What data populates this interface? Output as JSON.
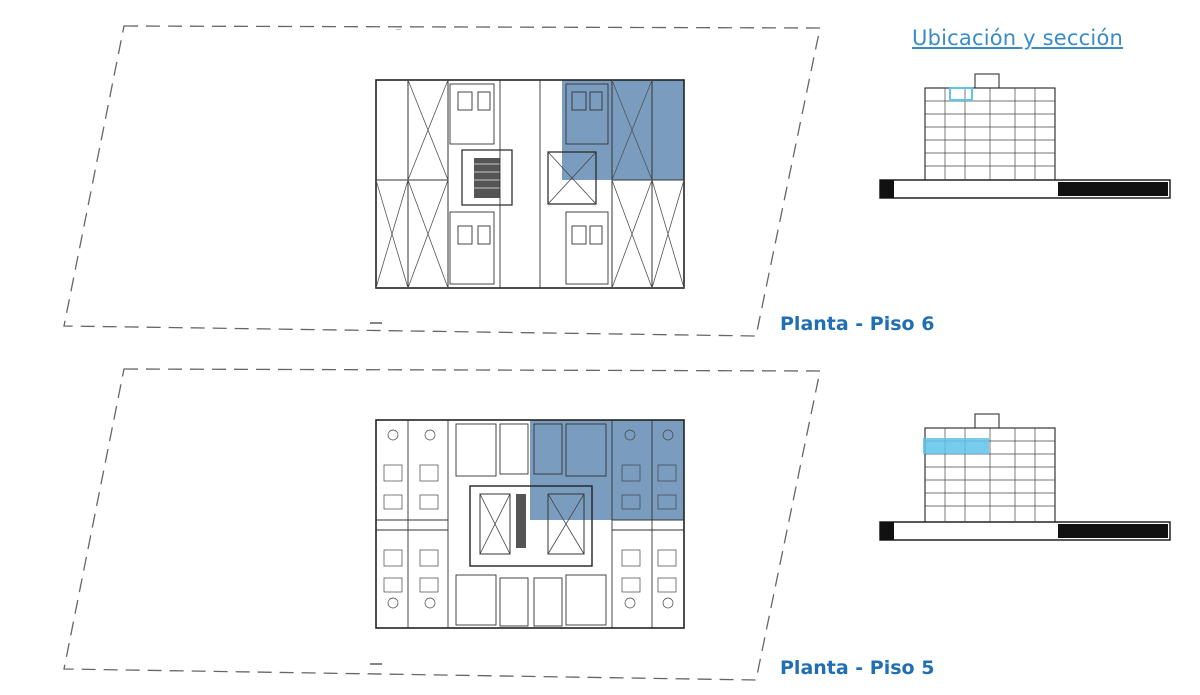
{
  "header": {
    "title": "Ubicación y sección"
  },
  "plans": [
    {
      "label": "Planta - Piso 6",
      "highlighted_floor": "6"
    },
    {
      "label": "Planta - Piso 5",
      "highlighted_floor": "5"
    }
  ],
  "colors": {
    "accent": "#1f6fb2",
    "link": "#3a8bc8",
    "highlight_fill": "#7a9cbf",
    "section_highlight": "#5fc3ea",
    "line": "#333333",
    "dashed": "#666666"
  }
}
